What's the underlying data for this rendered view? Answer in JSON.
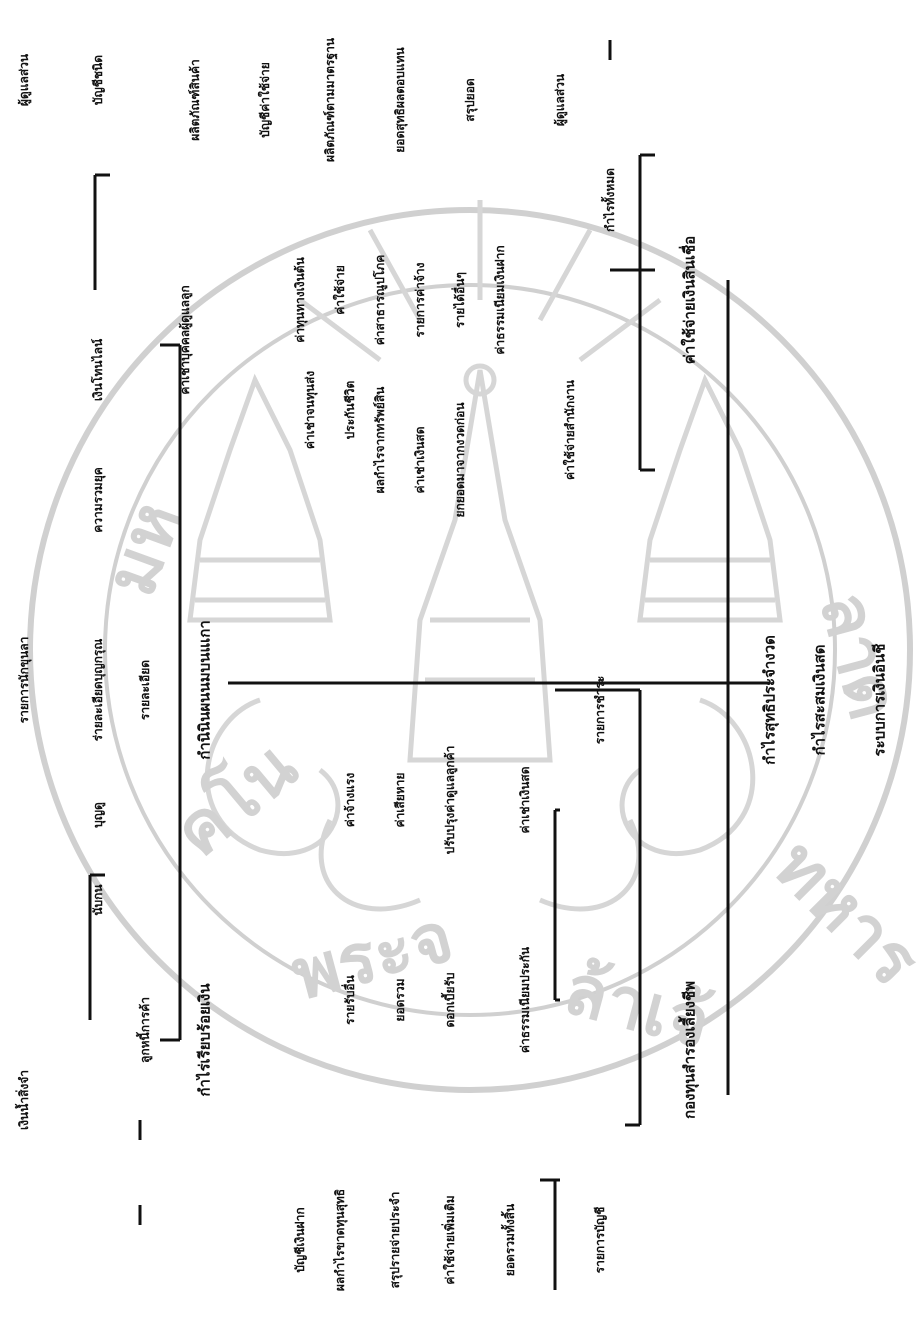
{
  "background_watermark": {
    "description_icon": "university-seal-icon",
    "seal_text": "มหาวิทยาลัยเทคโนโลยีพระจอมเกล้าเจ้าคุณทหารลาดกระบัง",
    "color": "#c9c9c9"
  },
  "org_chart": {
    "root": "ระบบการเงินอินชี",
    "level1_left": "กำนินินผนนมบนแเกา",
    "level1_left2": "กำไร่เรียบร้อยเงิน",
    "branch_top": {
      "center": "รายละเอียด",
      "sub_center": "ร่ายละเอียดบุญกรุณ",
      "sub_center2": "รายการนักขุนลา",
      "far_left": "เงินน้ำสิ่งจำ",
      "upper_children": [
        "บัญชีชนิด",
        "เงินโทนไลน์",
        "ความรวมยุค"
      ],
      "upper_leaves": [
        "ผู้ดูแลส่วน",
        "บุญดู",
        "นับกน"
      ],
      "lower_group": "ลูกหนี้การค้า",
      "lower_children": [
        "ค่าจ้างแรง",
        "ค่าเสียหาย",
        "ปรับปรุงค่าดูแลลูกค้า"
      ]
    },
    "branch_middle": {
      "group": "ค่าใช้จ่ายเงินสินเชื่อ",
      "items_a": [
        "ค่าเช่าบุคคลผู้ดูแลลูก",
        "ค่าเช่าจนทุนส่ง",
        "ประกันชีวิต",
        "ผลกำไรจากทรัพย์สิน",
        "ค่าเช่าเงินสด",
        "ยกยอดมาจากงวดก่อน"
      ],
      "items_b": [
        "ค่าทุนทางเงินต้น",
        "ค่าใช้จ่าย",
        "ค่าสาธารณูปโภค",
        "รายการค่าจ้าง",
        "รายได้อื่นๆ",
        "ค่าธรรมเนียมเงินฝาก"
      ],
      "items_c": [
        "ผลิตภัณฑ์สินค้า",
        "บัญชีค่าใช้จ่าย",
        "ผลิตภัณฑ์ตามมาตรฐาน",
        "ยอดสุทธิผลตอบแทน",
        "ค่าใช้จ่ายสำนักงาน",
        "สรุปยอด",
        "กำไรทั้งหมด"
      ]
    },
    "branch_bottom_left": {
      "group": "กองทุนสำรองเลี้ยงชีพ",
      "sub": "รายการชำระ",
      "children": [
        "รายรับอื่น",
        "ยอดรวม",
        "ดอกเบี้ยรับ",
        "ค่าธรรมเนียมประกัน"
      ],
      "leaves": [
        "บัญชีเงินฝาก",
        "ผลกำไรขาดทุนสุทธิ",
        "สรุปรายจ่ายประจำ",
        "ค่าใช้จ่ายเพิ่มเติม",
        "ยอดรวมทั้งสิ้น"
      ],
      "leaves2": [
        "ค่าเช่าเงินสด",
        "รายการบัญชี"
      ]
    },
    "bottom_right": [
      "กำไรสุทธิประจำงวด",
      "กำไรสะสมเงินสด",
      "ระบบการเงินอินชี"
    ],
    "bottom_caption": "ระบบการเงินอินชี"
  }
}
